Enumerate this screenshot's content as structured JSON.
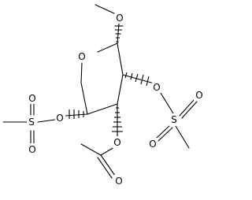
{
  "structure": {
    "atoms": {
      "ring_oxygen": "O",
      "methoxy_oxygen": "O",
      "mesyl_left_bridge_o": "O",
      "mesyl_left_sulfur": "S",
      "mesyl_left_o_top": "O",
      "mesyl_left_o_bottom": "O",
      "mesyl_right_bridge_o": "O",
      "mesyl_right_sulfur": "S",
      "mesyl_right_o_up": "O",
      "mesyl_right_o_down": "O",
      "acetyl_bridge_o": "O",
      "acetyl_carbonyl_o": "O"
    }
  }
}
